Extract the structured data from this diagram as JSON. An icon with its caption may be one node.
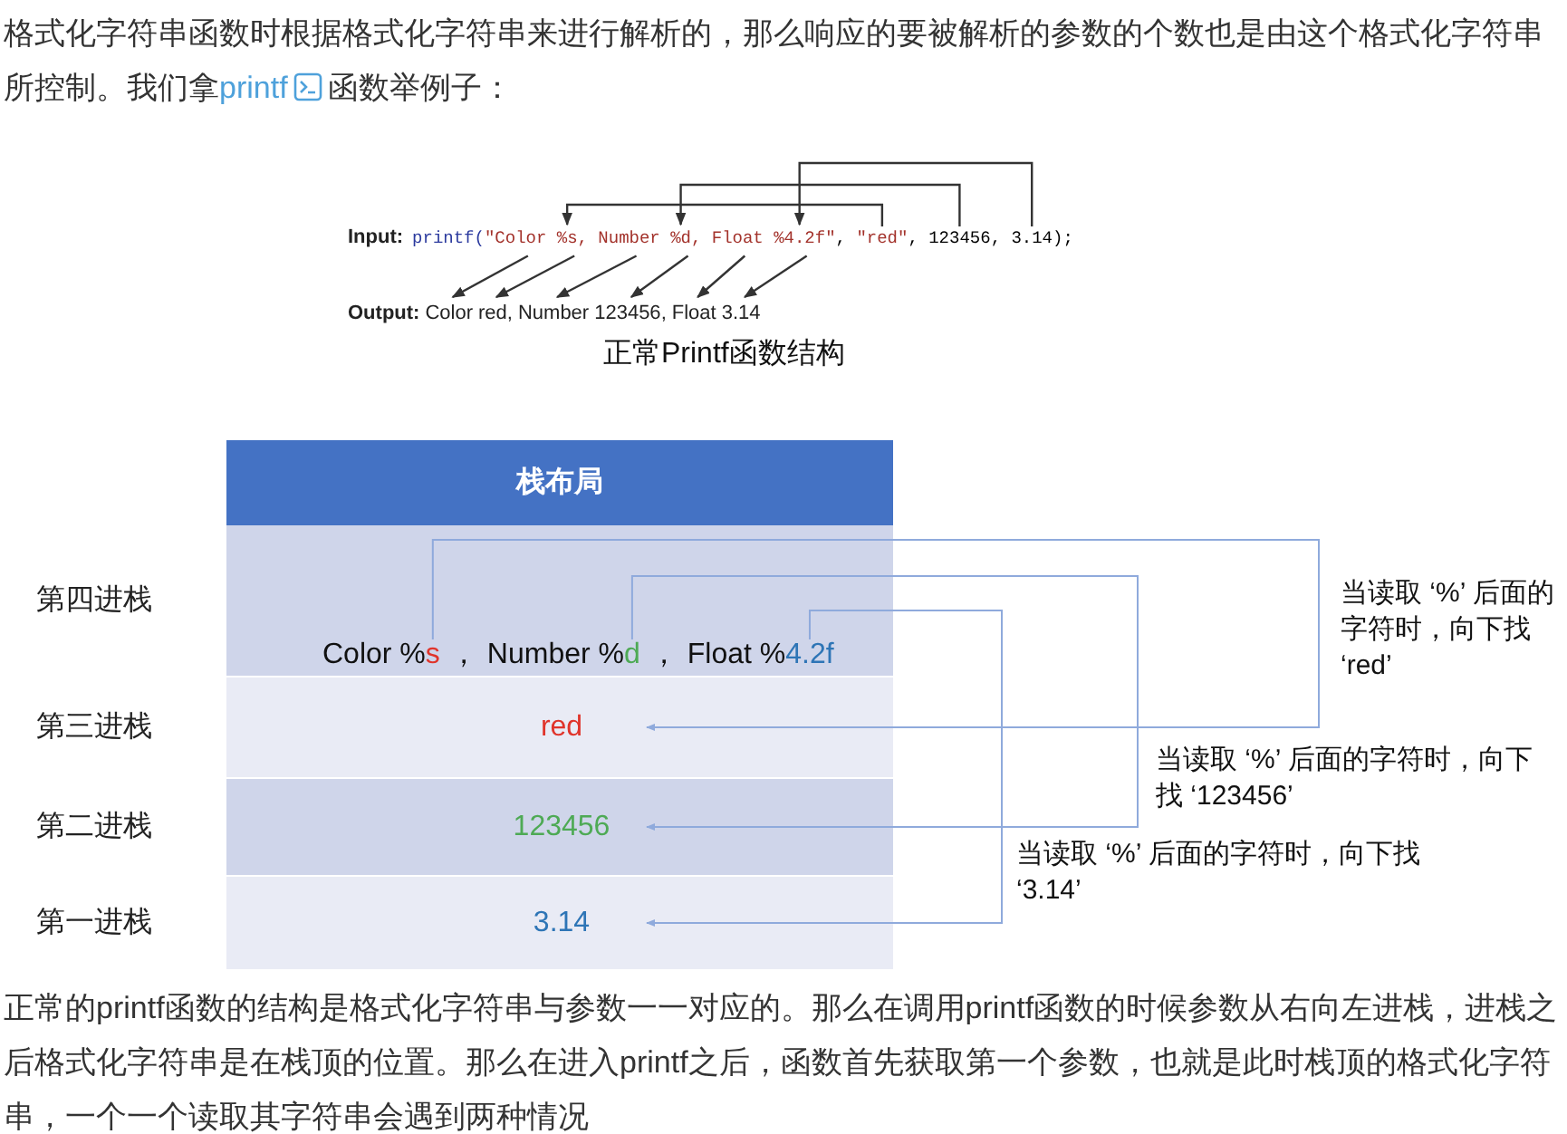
{
  "diagram": {
    "nodes": [
      {
        "text": [
          "Color"
        ]
      },
      {
        "text": [
          "%s"
        ]
      },
      {
        "text": [
          "Number"
        ]
      },
      {
        "text": [
          "%d"
        ]
      },
      {
        "text": [
          "Float"
        ]
      },
      {
        "text": [
          "%4.2f"
        ]
      },
      {
        "text": [
          "\"red\""
        ]
      },
      {
        "text": [
          "123456"
        ]
      },
      {
        "text": [
          "3.14"
        ]
      },
      {
        "text": [
          "Color"
        ]
      },
      {
        "text": [
          "red"
        ]
      },
      {
        "text": [
          "Number"
        ]
      },
      {
        "text": [
          "123456"
        ]
      },
      {
        "text": [
          "Float"
        ]
      },
      {
        "text": [
          "3.14"
        ]
      },
      {
        "text": [
          "栈布局"
        ]
      },
      {
        "text": [
          "Color %",
          "，",
          "Number %",
          "，",
          "Float %"
        ],
        "beside": [
          "第四进栈"
        ]
      },
      {
        "text": [
          "s"
        ],
        "in": 16
      },
      {
        "text": [
          "d"
        ],
        "in": 16
      },
      {
        "text": [
          "4.2f"
        ],
        "in": 16
      },
      {
        "text": [],
        "shape": "bar",
        "beside": [
          "第三进栈"
        ]
      },
      {
        "text": [
          "red"
        ],
        "in": 20
      },
      {
        "text": [],
        "shape": "bar",
        "beside": [
          "第二进栈"
        ]
      },
      {
        "text": [
          "123456"
        ],
        "in": 22
      },
      {
        "text": [],
        "shape": "bar",
        "beside": [
          "第一进栈"
        ]
      },
      {
        "text": [
          "3.14"
        ],
        "in": 24
      }
    ],
    "edges": [
      {
        "from": 6,
        "to": 1,
        "arrow": "to"
      },
      {
        "from": 7,
        "to": 3,
        "arrow": "to"
      },
      {
        "from": 8,
        "to": 5,
        "arrow": "to"
      },
      {
        "from": 0,
        "to": 9,
        "arrow": "to"
      },
      {
        "from": 1,
        "to": 10,
        "arrow": "to"
      },
      {
        "from": 2,
        "to": 11,
        "arrow": "to"
      },
      {
        "from": 3,
        "to": 12,
        "arrow": "to"
      },
      {
        "from": 4,
        "to": 13,
        "arrow": "to"
      },
      {
        "from": 5,
        "to": 14,
        "arrow": "to"
      },
      {
        "from": 17,
        "to": 21,
        "arrow": "to",
        "label": "当读取 ‘%’ 后面的字符时，向下找 ‘red’",
        "color": "#8faadc"
      },
      {
        "from": 18,
        "to": 23,
        "arrow": "to",
        "label": "当读取 ‘%’ 后面的字符时，向下找 ‘123456’",
        "color": "#8faadc"
      },
      {
        "from": 19,
        "to": 25,
        "arrow": "to",
        "label": "当读取 ‘%’ 后面的字符时，向下找 ‘3.14’",
        "color": "#8faadc"
      }
    ],
    "labels": [
      "格式化字符串函数时根据格式化字符串来进行解析的，那么响应的要被解析的参数的个数也是由这个格式化字符串所控制。我们拿",
      "printf",
      "函数举例子：",
      "Input:",
      "printf(",
      "\"",
      ",",
      ",",
      "\"",
      ",",
      ",",
      ",",
      ");",
      "Output:",
      ",",
      ",",
      "正常Printf函数结构",
      "正常的printf函数的结构是格式化字符串与参数一一对应的。那么在调用printf函数的时候参数从右向左进栈，进栈之后格式化字符串是在栈顶的位置。那么在进入printf之后，函数首先获取第一个参数，也就是此时栈顶的格式化字符串，一个一个读取其字符串会遇到两种情况"
    ]
  }
}
